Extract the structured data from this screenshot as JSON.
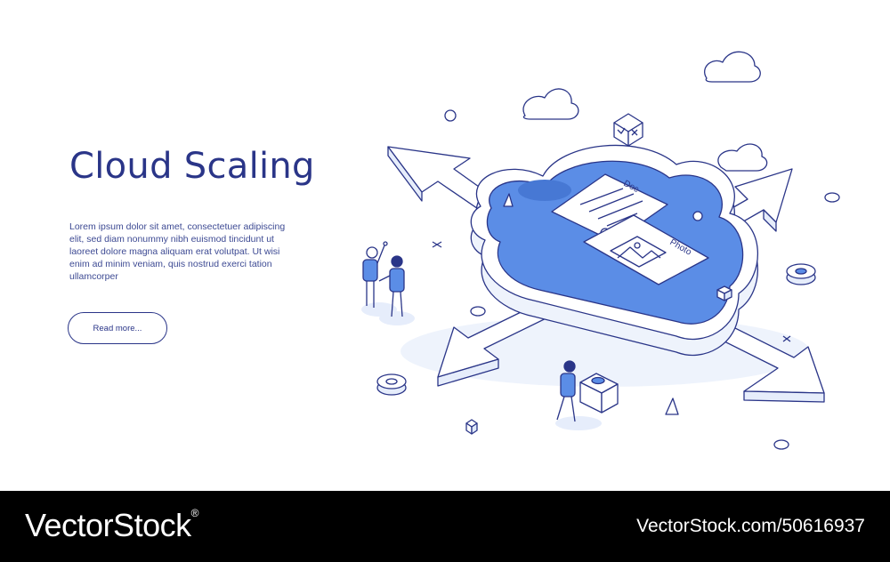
{
  "hero": {
    "title": "Cloud Scaling",
    "description": "Lorem ipsum dolor sit amet, consectetuer adipiscing elit, sed diam nonummy nibh euismod tincidunt ut laoreet dolore magna aliquam erat volutpat. Ut wisi enim ad minim veniam, quis nostrud exerci tation ullamcorper",
    "read_more_label": "Read more..."
  },
  "illustration": {
    "doc_label": "Doc",
    "photo_label": "Photo"
  },
  "footer": {
    "brand": "VectorStock",
    "brand_mark": "®",
    "stock_id": "VectorStock.com/50616937"
  },
  "colors": {
    "accent": "#2a3588",
    "fill_blue": "#5b8de6",
    "light_blue": "#dfe9fb",
    "footer_bg": "#000000"
  }
}
